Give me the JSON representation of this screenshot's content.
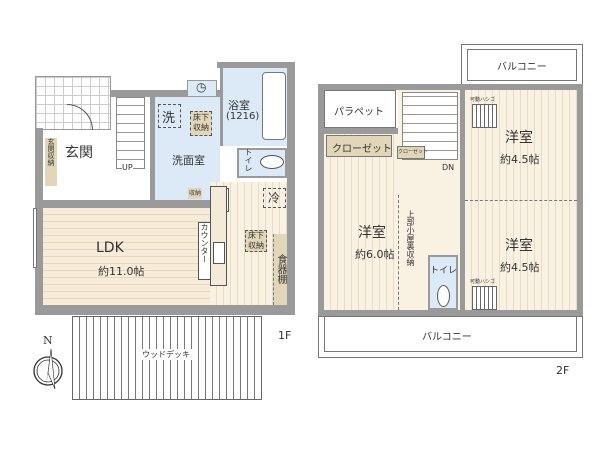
{
  "floor1": {
    "label": "1F",
    "entrance": "玄関",
    "entrance_storage": "玄関収納",
    "stairs_up": "UP",
    "washroom": "洗面室",
    "washer": "洗",
    "underfloor_storage_1": "床下収納",
    "bathroom": "浴室",
    "bath_size": "(1216)",
    "toilet": "トイレ",
    "storage": "収納",
    "fridge": "冷",
    "counter": "カウンター",
    "underfloor_storage_2": "床下収納",
    "cupboard": "食器棚",
    "ldk": "LDK",
    "ldk_size": "約11.0帖",
    "wood_deck": "ウッドデッキ",
    "compass_north": "N"
  },
  "floor2": {
    "label": "2F",
    "balcony_top": "バルコニー",
    "balcony_bottom": "バルコニー",
    "parapet": "パラペット",
    "closet": "クローゼット",
    "small_closet": "クローゼット",
    "stairs_down": "DN",
    "western_room_a": "洋室",
    "western_room_a_size": "約6.0帖",
    "attic_storage": "上部小屋裏収納",
    "toilet": "トイレ",
    "western_room_b": "洋室",
    "western_room_b_size": "約4.5帖",
    "western_room_c": "洋室",
    "western_room_c_size": "約4.5帖",
    "ladder_1": "可動ハシゴ",
    "ladder_2": "可動ハシゴ"
  }
}
